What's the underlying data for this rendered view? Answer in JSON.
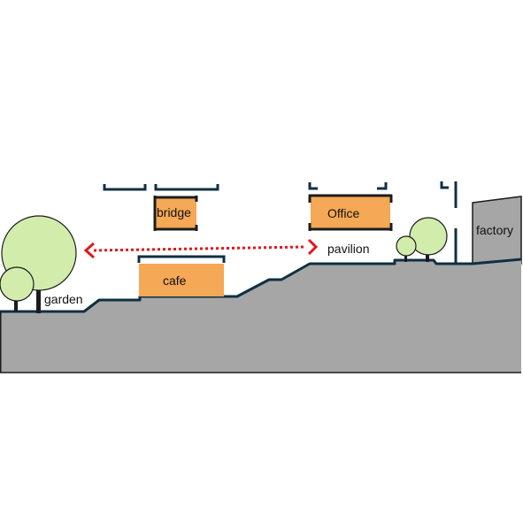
{
  "colors": {
    "ground_fill": "#a6a6a6",
    "outline": "#0f3040",
    "building_fill": "#f5a855",
    "building_stroke": "#1c1c1c",
    "tree_fill": "#d2ecac",
    "tree_stroke": "#1c1c1c",
    "factory_fill": "#a6a6a6",
    "arrow": "#e0181b"
  },
  "labels": {
    "bridge": "bridge",
    "office": "Office",
    "cafe": "cafe",
    "garden": "garden",
    "pavilion": "pavilion",
    "factory": "factory"
  },
  "icons": {
    "arrow": "double-headed-dotted-arrow",
    "tree": "tree-icon"
  }
}
